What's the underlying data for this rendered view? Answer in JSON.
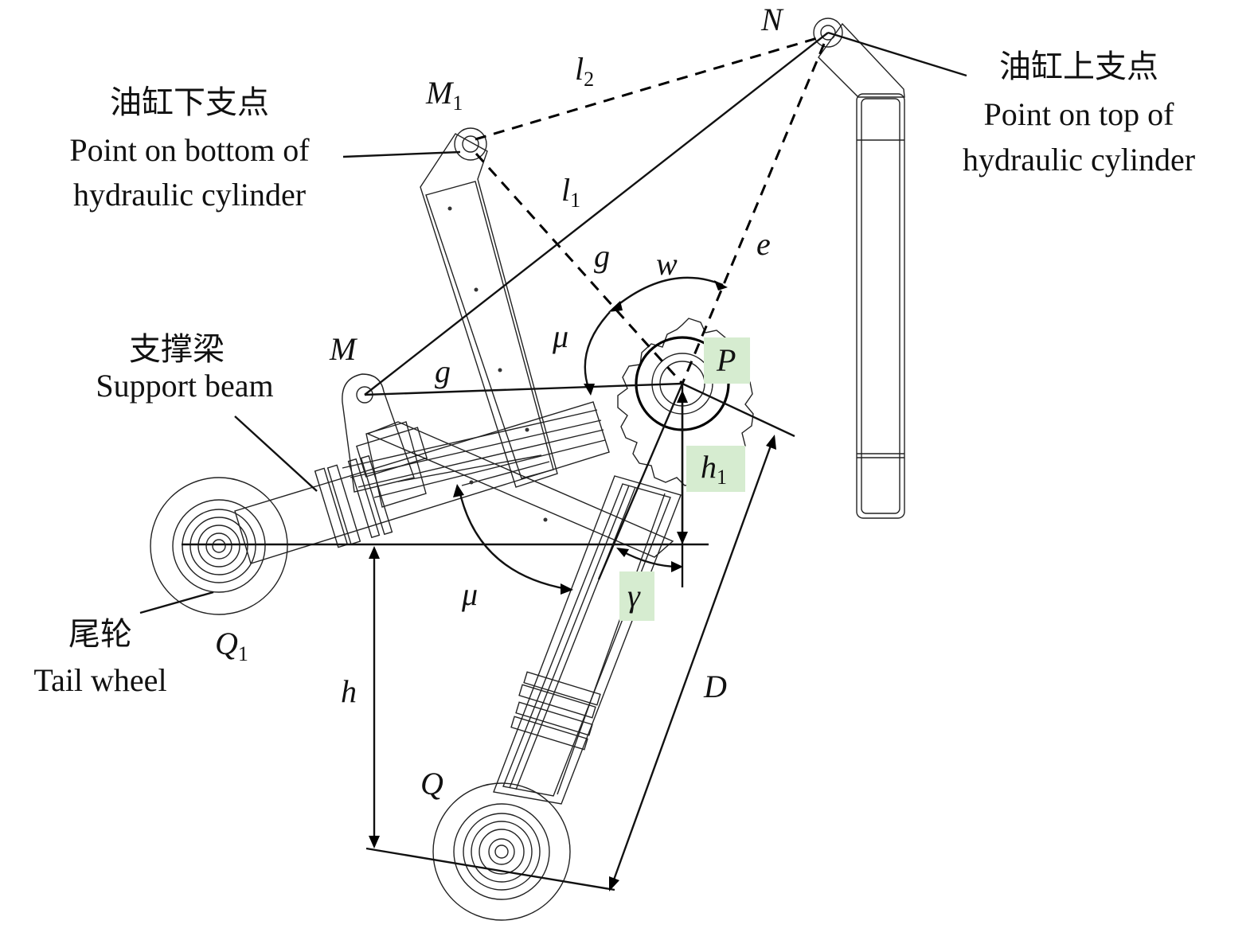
{
  "labels": {
    "bottom_point_zh": "油缸下支点",
    "bottom_point_en_1": "Point on bottom of",
    "bottom_point_en_2": "hydraulic cylinder",
    "top_point_zh": "油缸上支点",
    "top_point_en_1": "Point on top of",
    "top_point_en_2": "hydraulic cylinder",
    "support_beam_zh": "支撑梁",
    "support_beam_en": "Support beam",
    "tail_wheel_zh": "尾轮",
    "tail_wheel_en": "Tail wheel"
  },
  "symbols": {
    "N": "N",
    "M1": "M",
    "M1_sub": "1",
    "l2": "l",
    "l2_sub": "2",
    "l1": "l",
    "l1_sub": "1",
    "g_upper": "g",
    "w": "w",
    "e": "e",
    "mu_upper": "μ",
    "M": "M",
    "g_lower": "g",
    "P": "P",
    "h1": "h",
    "h1_sub": "1",
    "mu_lower": "μ",
    "gamma": "γ",
    "Q1": "Q",
    "Q1_sub": "1",
    "h": "h",
    "D": "D",
    "Q": "Q"
  },
  "highlight_color": "#d6ecd0"
}
